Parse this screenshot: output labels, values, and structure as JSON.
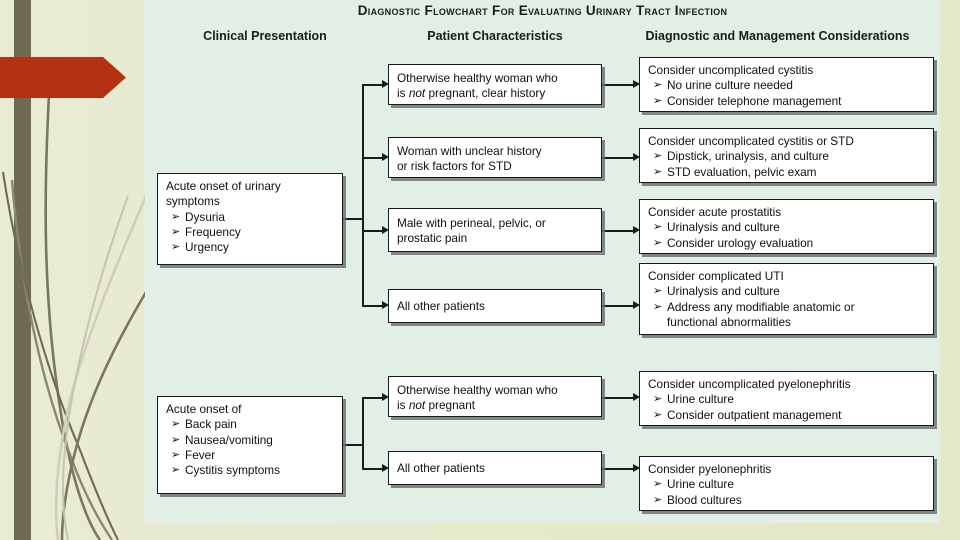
{
  "slide": {
    "title": "Diagnostic Flowchart For Evaluating Urinary Tract Infection",
    "panel_color": "#e2efe4",
    "background_color": "#e6e9cd",
    "stripe_color": "#6f6b52",
    "arrow_color": "#b23211"
  },
  "columns": [
    {
      "label": "Clinical Presentation"
    },
    {
      "label": "Patient Characteristics"
    },
    {
      "label": "Diagnostic and Management Considerations"
    }
  ],
  "presentation": [
    {
      "header": "Acute onset of urinary",
      "header2": "symptoms",
      "items": [
        "Dysuria",
        "Frequency",
        "Urgency"
      ]
    },
    {
      "header": "Acute onset of",
      "header2": "",
      "items": [
        "Back pain",
        "Nausea/vomiting",
        "Fever",
        "Cystitis symptoms"
      ]
    }
  ],
  "characteristics": [
    {
      "line1_a": "Otherwise healthy woman who",
      "line2_a": "is ",
      "line2_em": "not",
      "line2_b": " pregnant, clear history"
    },
    {
      "line1_a": "Woman with unclear history",
      "line2_a": "or risk factors for STD",
      "line2_em": "",
      "line2_b": ""
    },
    {
      "line1_a": "Male with perineal, pelvic, or",
      "line2_a": "prostatic pain",
      "line2_em": "",
      "line2_b": ""
    },
    {
      "line1_a": "All other patients",
      "line2_a": "",
      "line2_em": "",
      "line2_b": ""
    },
    {
      "line1_a": "Otherwise healthy woman who",
      "line2_a": "is ",
      "line2_em": "not",
      "line2_b": " pregnant"
    },
    {
      "line1_a": "All other patients",
      "line2_a": "",
      "line2_em": "",
      "line2_b": ""
    }
  ],
  "considerations": [
    {
      "header": "Consider uncomplicated cystitis",
      "items": [
        "No urine culture needed",
        "Consider telephone management"
      ],
      "cont": ""
    },
    {
      "header": "Consider uncomplicated cystitis or STD",
      "items": [
        "Dipstick, urinalysis, and culture",
        "STD evaluation, pelvic exam"
      ],
      "cont": ""
    },
    {
      "header": "Consider acute prostatitis",
      "items": [
        "Urinalysis and culture",
        "Consider urology evaluation"
      ],
      "cont": ""
    },
    {
      "header": "Consider complicated UTI",
      "items": [
        "Urinalysis and culture",
        "Address any modifiable anatomic or"
      ],
      "cont": "functional abnormalities"
    },
    {
      "header": "Consider uncomplicated pyelonephritis",
      "items": [
        "Urine culture",
        "Consider outpatient management"
      ],
      "cont": ""
    },
    {
      "header": "Consider pyelonephritis",
      "items": [
        "Urine culture",
        "Blood cultures"
      ],
      "cont": ""
    }
  ]
}
